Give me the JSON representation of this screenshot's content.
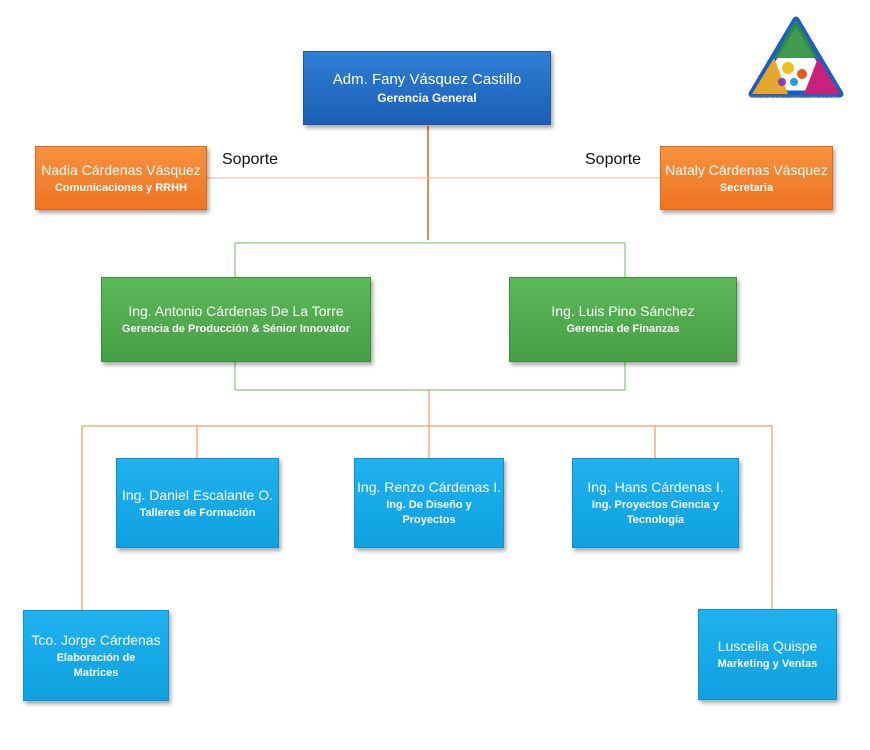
{
  "top": {
    "name": "Adm. Fany Vásquez Castillo",
    "role": "Gerencia General"
  },
  "support_left": {
    "name": "Nadia Cárdenas Vásquez",
    "role": "Comunicaciones y RRHH",
    "link_label": "Soporte"
  },
  "support_right": {
    "name": "Nataly Cárdenas Vásquez",
    "role": "Secretaria",
    "link_label": "Soporte"
  },
  "managers": [
    {
      "name": "Ing. Antonio Cárdenas De La Torre",
      "role": "Gerencia de Producción & Sénior Innovator"
    },
    {
      "name": "Ing. Luis Pino Sánchez",
      "role": "Gerencia de Finanzas"
    }
  ],
  "staff": [
    {
      "name": "Ing. Daniel Escalante O.",
      "role": "Talleres de Formación"
    },
    {
      "name": "Ing. Renzo Cárdenas I.",
      "role": "Ing. De Diseño y Proyectos"
    },
    {
      "name": "Ing. Hans Cárdenas I.",
      "role": "Ing. Proyectos Ciencia y Tecnología"
    },
    {
      "name": "Tco. Jorge Cárdenas",
      "role": "Elaboración de Matrices"
    },
    {
      "name": "Luscelia Quispe",
      "role": "Marketing y Ventas"
    }
  ],
  "logo": {
    "caption": "INVESTIGACIÓN DESARROLLO INNOVACIÓN"
  },
  "colors": {
    "top": "#1f66c2",
    "support": "#f0802c",
    "managers": "#4ea94c",
    "staff": "#19aae9",
    "connector_orange": "#ef8a44",
    "connector_green": "#6dbb5c"
  }
}
